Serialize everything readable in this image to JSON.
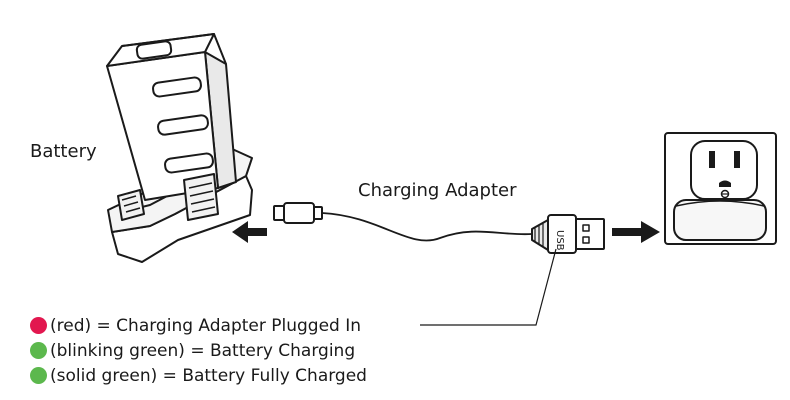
{
  "labels": {
    "battery": "Battery",
    "charging_adapter": "Charging Adapter",
    "usb": "USB"
  },
  "legend": [
    {
      "color": "#e2174f",
      "text": "(red) = Charging Adapter Plugged In"
    },
    {
      "color": "#5cb84d",
      "text": "(blinking green) = Battery Charging"
    },
    {
      "color": "#5cb84d",
      "text": "(solid green) = Battery Fully Charged"
    }
  ]
}
